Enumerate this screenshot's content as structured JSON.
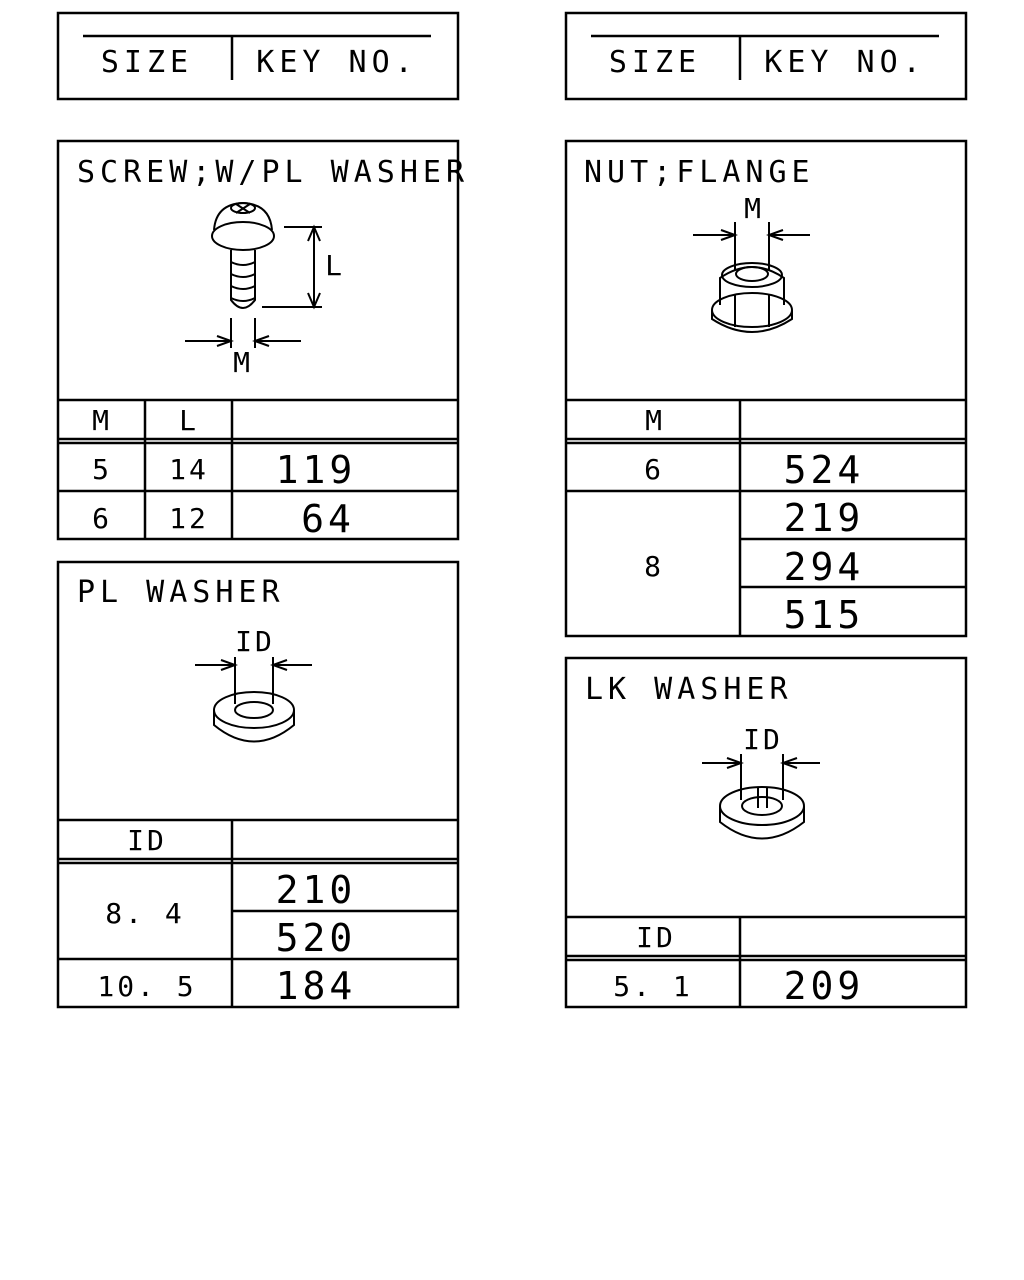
{
  "legend_boxes": [
    {
      "size_label": "SIZE",
      "key_label": "KEY NO."
    },
    {
      "size_label": "SIZE",
      "key_label": "KEY NO."
    }
  ],
  "screw": {
    "title": "SCREW;W/PL WASHER",
    "dim_length": "L",
    "dim_thread": "M",
    "headers": [
      "M",
      "L",
      ""
    ],
    "rows": [
      {
        "m": "5",
        "l": "14",
        "key": "119"
      },
      {
        "m": "6",
        "l": "12",
        "key": "64"
      }
    ]
  },
  "pl_washer": {
    "title": "PL WASHER",
    "dim_id": "ID",
    "headers": [
      "ID",
      ""
    ],
    "groups": [
      {
        "id": "8. 4",
        "keys": [
          "210",
          "520"
        ]
      },
      {
        "id": "10. 5",
        "keys": [
          "184"
        ]
      }
    ]
  },
  "nut": {
    "title": "NUT;FLANGE",
    "dim_thread": "M",
    "headers": [
      "M",
      ""
    ],
    "groups": [
      {
        "m": "6",
        "keys": [
          "524"
        ]
      },
      {
        "m": "8",
        "keys": [
          "219",
          "294",
          "515"
        ]
      }
    ]
  },
  "lk_washer": {
    "title": "LK WASHER",
    "dim_id": "ID",
    "headers": [
      "ID",
      ""
    ],
    "groups": [
      {
        "id": "5. 1",
        "keys": [
          "209"
        ]
      }
    ]
  }
}
